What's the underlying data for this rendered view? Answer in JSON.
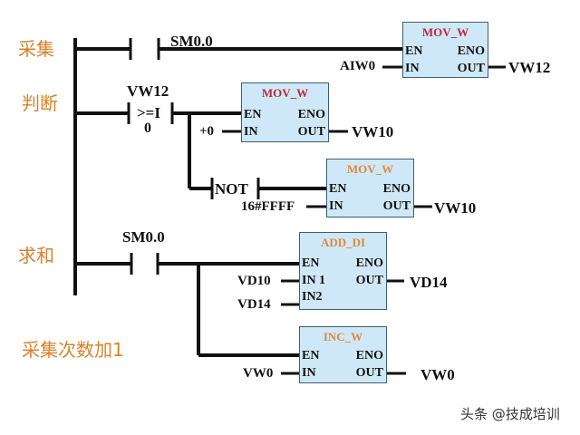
{
  "rung_labels": {
    "collect": "采集",
    "judge": "判断",
    "sum": "求和",
    "count": "采集次数加1"
  },
  "rung1": {
    "contact": "SM0.0",
    "block": {
      "title": "MOV_W",
      "en": "EN",
      "eno": "ENO",
      "in": "IN",
      "out": "OUT",
      "in_value": "AIW0",
      "out_value": "VW12"
    }
  },
  "rung2": {
    "compare_top": "VW12",
    "compare_op": ">=I",
    "compare_bottom": "0",
    "block1": {
      "title": "MOV_W",
      "en": "EN",
      "eno": "ENO",
      "in": "IN",
      "out": "OUT",
      "in_value": "+0",
      "out_value": "VW10"
    },
    "not_label": "NOT",
    "block2": {
      "title": "MOV_W",
      "en": "EN",
      "eno": "ENO",
      "in": "IN",
      "out": "OUT",
      "in_value": "16#FFFF",
      "out_value": "VW10"
    }
  },
  "rung3": {
    "contact": "SM0.0",
    "block1": {
      "title": "ADD_DI",
      "en": "EN",
      "eno": "ENO",
      "in1": "IN 1",
      "in2": "IN2",
      "out": "OUT",
      "in1_value": "VD10",
      "in2_value": "VD14",
      "out_value": "VD14"
    },
    "block2": {
      "title": "INC_W",
      "en": "EN",
      "eno": "ENO",
      "in": "IN",
      "out": "OUT",
      "in_value": "VW0",
      "out_value": "VW0"
    }
  },
  "watermark": "头条 @技成培训",
  "colors": {
    "block_fill": "#cfe8f7",
    "label": "#d9822b",
    "title_red": "#c0283a",
    "title_orange": "#e08a3c"
  }
}
